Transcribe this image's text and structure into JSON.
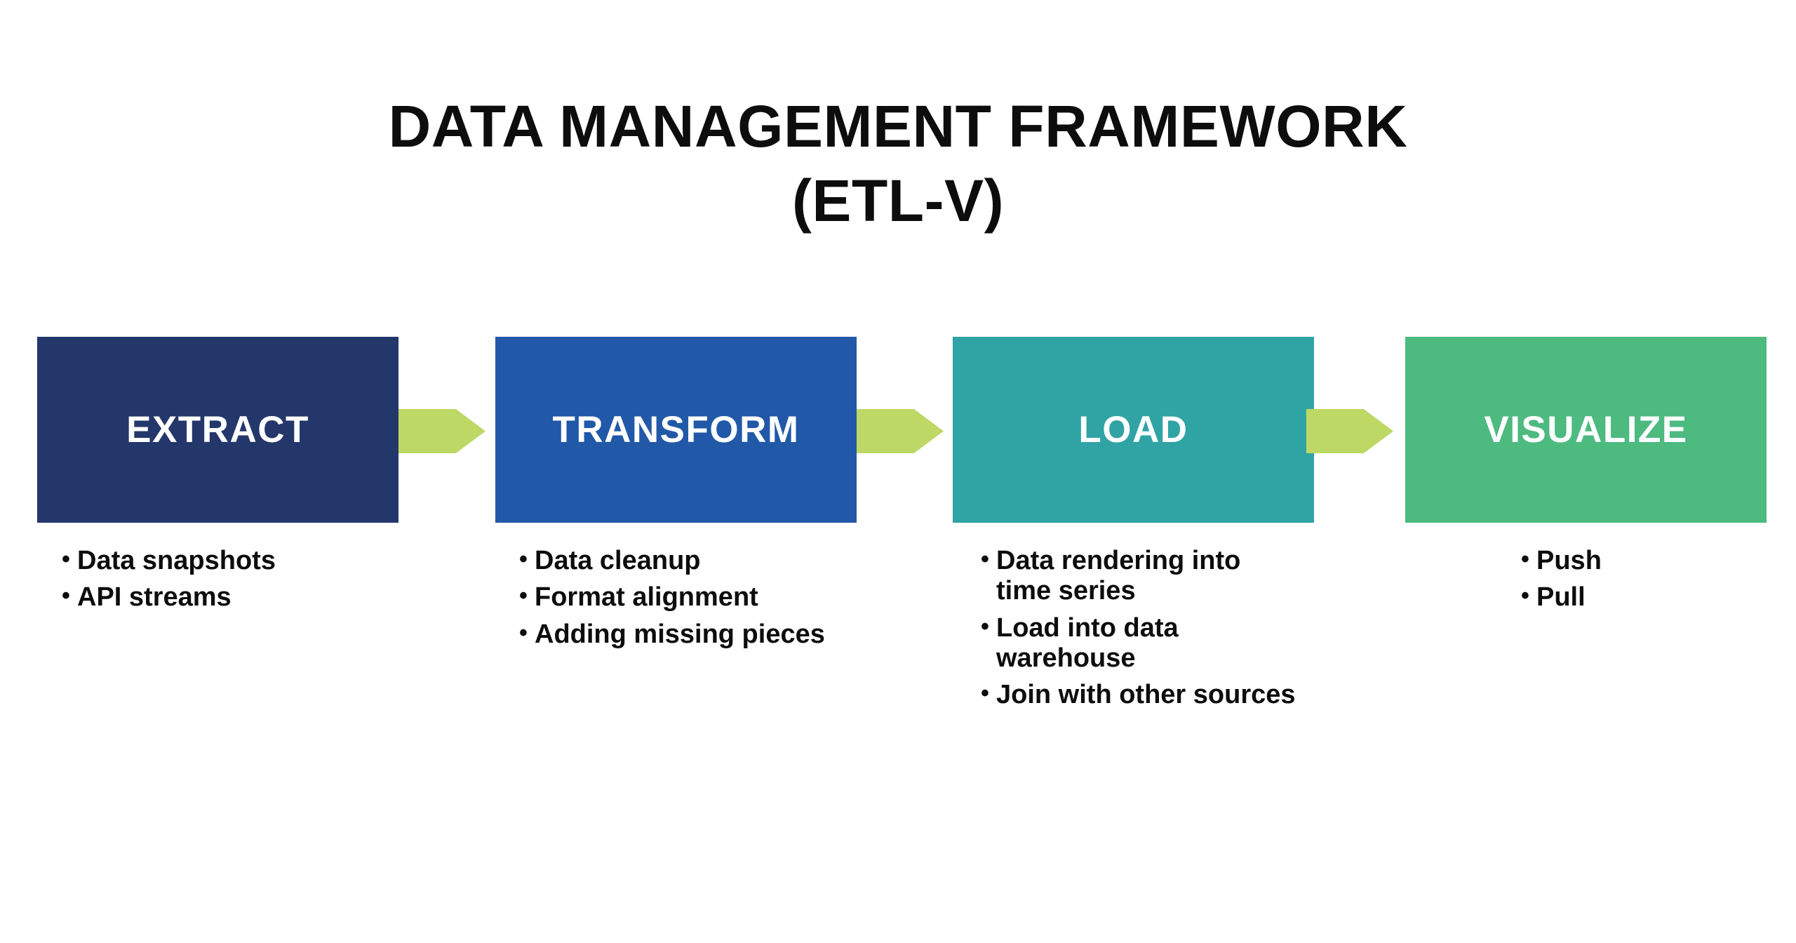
{
  "title": {
    "line1": "DATA MANAGEMENT FRAMEWORK",
    "line2": "(ETL-V)"
  },
  "colors": {
    "background": "#ffffff",
    "text": "#0d0d0d",
    "arrow": "#bdd865",
    "stage_extract": "#23376b",
    "stage_transform": "#2158a8",
    "stage_load": "#30a3a5",
    "stage_visualize": "#4dba80",
    "stage_label_text": "#ffffff"
  },
  "stages": [
    {
      "label": "EXTRACT",
      "color": "#23376b",
      "bullets": [
        "Data snapshots",
        "API streams"
      ]
    },
    {
      "label": "TRANSFORM",
      "color": "#2158a8",
      "bullets": [
        "Data cleanup",
        "Format alignment",
        "Adding missing pieces"
      ]
    },
    {
      "label": "LOAD",
      "color": "#30a3a5",
      "bullets": [
        "Data rendering into time series",
        "Load into data warehouse",
        "Join with other sources"
      ]
    },
    {
      "label": "VISUALIZE",
      "color": "#4dba80",
      "bullets": [
        "Push",
        "Pull"
      ]
    }
  ],
  "connectors": [
    {
      "name": "extract-to-transform",
      "glyph": "chevron-right"
    },
    {
      "name": "transform-to-load",
      "glyph": "chevron-right"
    },
    {
      "name": "load-to-visualize",
      "glyph": "chevron-right"
    }
  ],
  "bullet_marker": "•"
}
